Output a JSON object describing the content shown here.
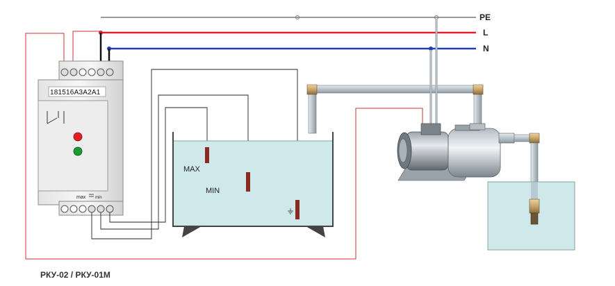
{
  "lines": {
    "pe": {
      "label": "PE",
      "color": "#9a9a9a"
    },
    "l": {
      "label": "L",
      "color": "#e0202a"
    },
    "n": {
      "label": "N",
      "color": "#1f3fb5"
    }
  },
  "relay": {
    "terminal_labels": "181516A3A2A1",
    "scale_label": "max",
    "scale_label_2": "min",
    "led_red": "#e02020",
    "led_green": "#1a9a30"
  },
  "tank": {
    "max_label": "MAX",
    "min_label": "MIN",
    "water_color": "#cfe9ea"
  },
  "well": {
    "water_color": "#cfe9ea"
  },
  "caption": "РКУ-02 / РКУ-01М"
}
